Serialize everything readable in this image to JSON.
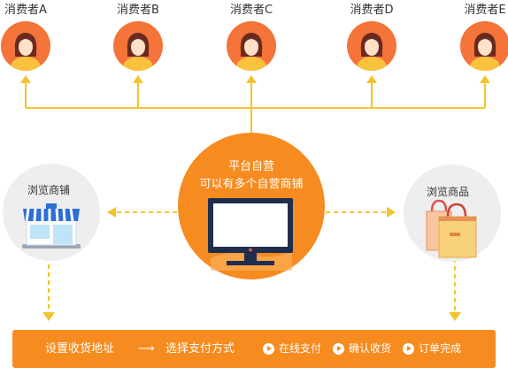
{
  "consumers": [
    "消费者A",
    "消费者B",
    "消费者C",
    "消费者D",
    "消费者E"
  ],
  "center": {
    "line1": "平台自营",
    "line2": "可以有多个自营商铺"
  },
  "left_node": {
    "label": "浏览商铺"
  },
  "right_node": {
    "label": "浏览商品"
  },
  "flow": {
    "step1": "设置收货地址",
    "arrow": "⟶",
    "step2": "选择支付方式",
    "step3": "在线支付",
    "step4": "确认收货",
    "step5": "订单完成"
  },
  "colors": {
    "accent": "#f68b1f",
    "line": "#f2c42c",
    "avatar": "#f4743a"
  }
}
